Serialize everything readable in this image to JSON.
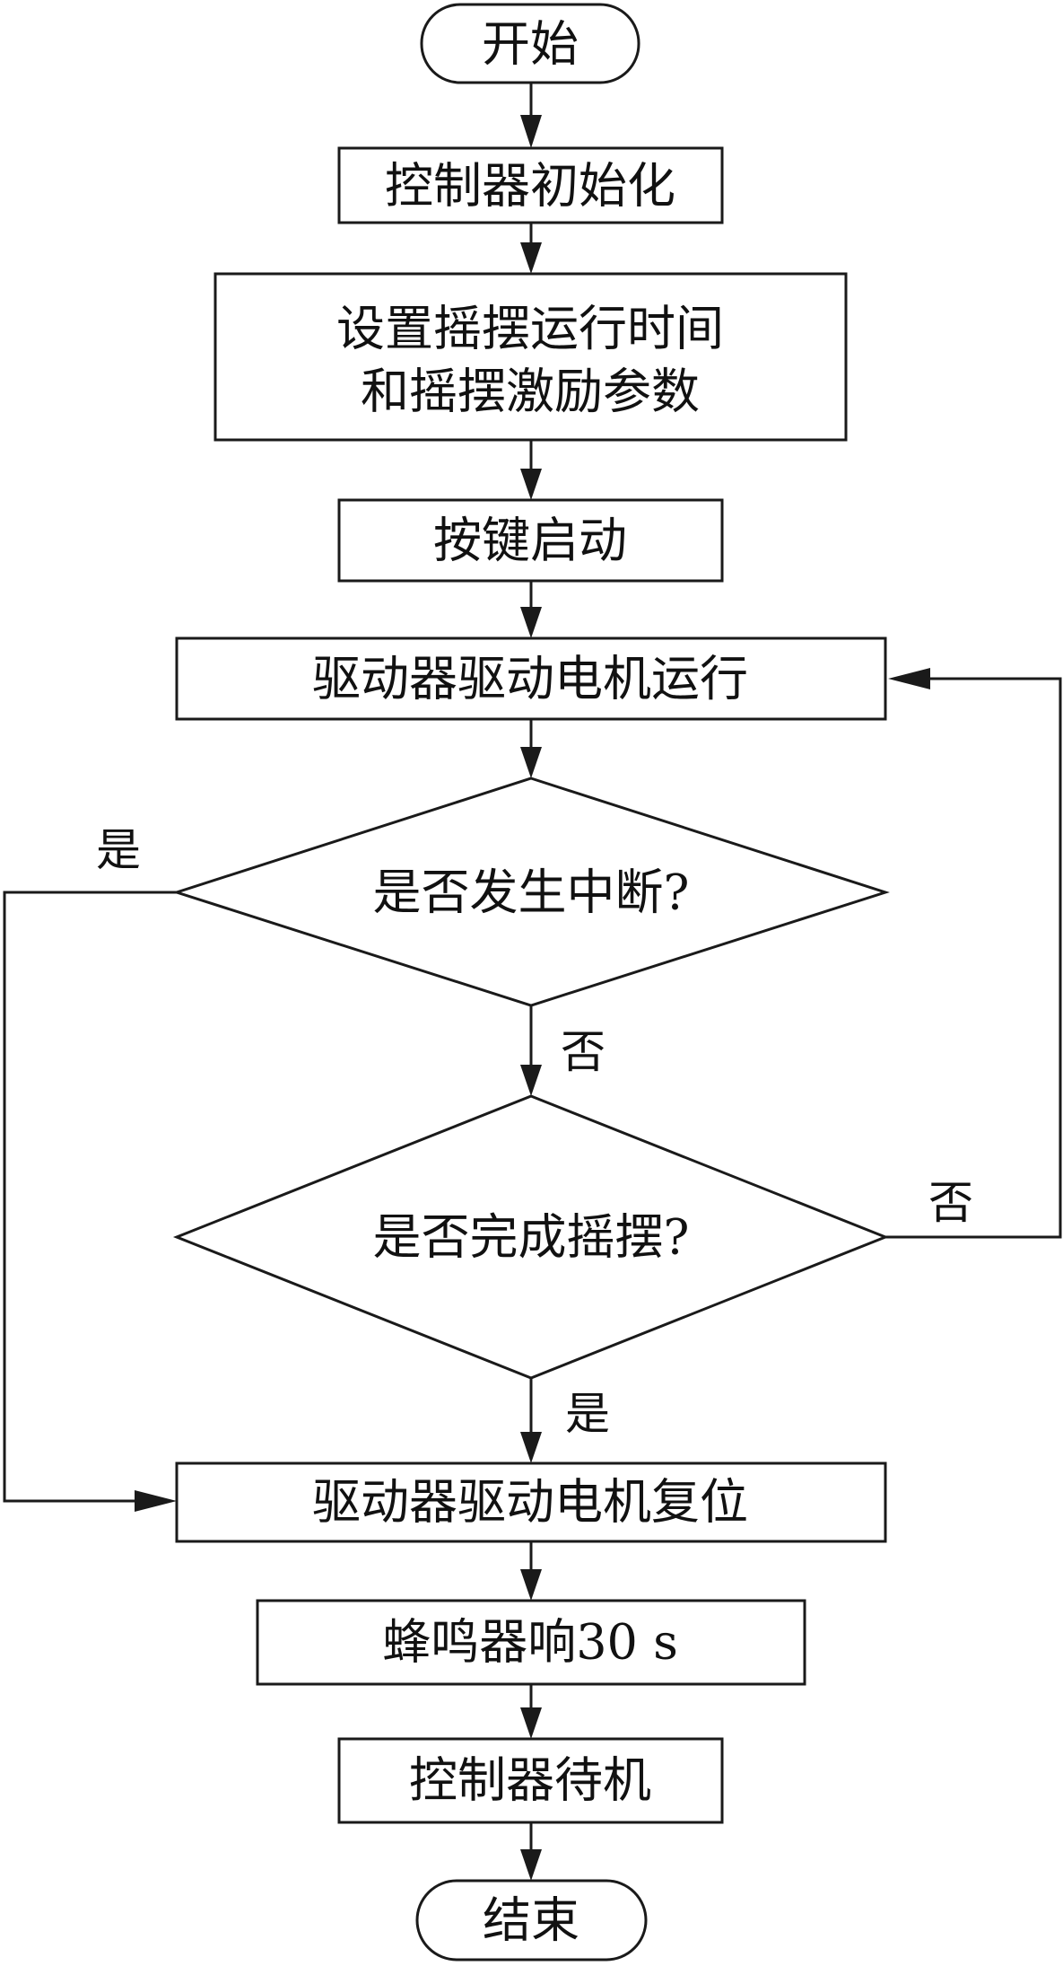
{
  "nodes": {
    "start": "开始",
    "init": "控制器初始化",
    "set_params_line1": "设置摇摆运行时间",
    "set_params_line2": "和摇摆激励参数",
    "key_start": "按键启动",
    "drive_run": "驱动器驱动电机运行",
    "interrupt_q": "是否发生中断?",
    "swing_done_q": "是否完成摇摆?",
    "drive_reset": "驱动器驱动电机复位",
    "buzzer": "蜂鸣器响30 s",
    "standby": "控制器待机",
    "end": "结束"
  },
  "branch_labels": {
    "interrupt_yes": "是",
    "interrupt_no": "否",
    "swing_done_no": "否",
    "swing_done_yes": "是"
  }
}
